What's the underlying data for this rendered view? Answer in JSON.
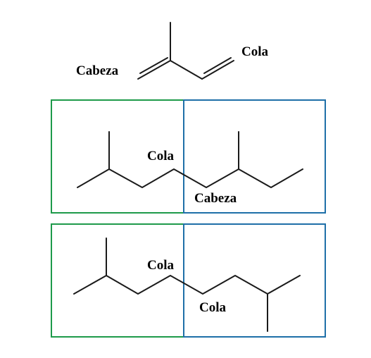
{
  "colors": {
    "left_box": "#1e9a4a",
    "right_box": "#1e6fa8",
    "bond": "#1a1a1a",
    "label": "#000000"
  },
  "isoprene": {
    "head_label": "Cabeza",
    "tail_label": "Cola"
  },
  "dimer_head_tail": {
    "tail_label": "Cola",
    "head_label": "Cabeza"
  },
  "dimer_tail_tail": {
    "tail_label_left": "Cola",
    "tail_label_right": "Cola"
  }
}
